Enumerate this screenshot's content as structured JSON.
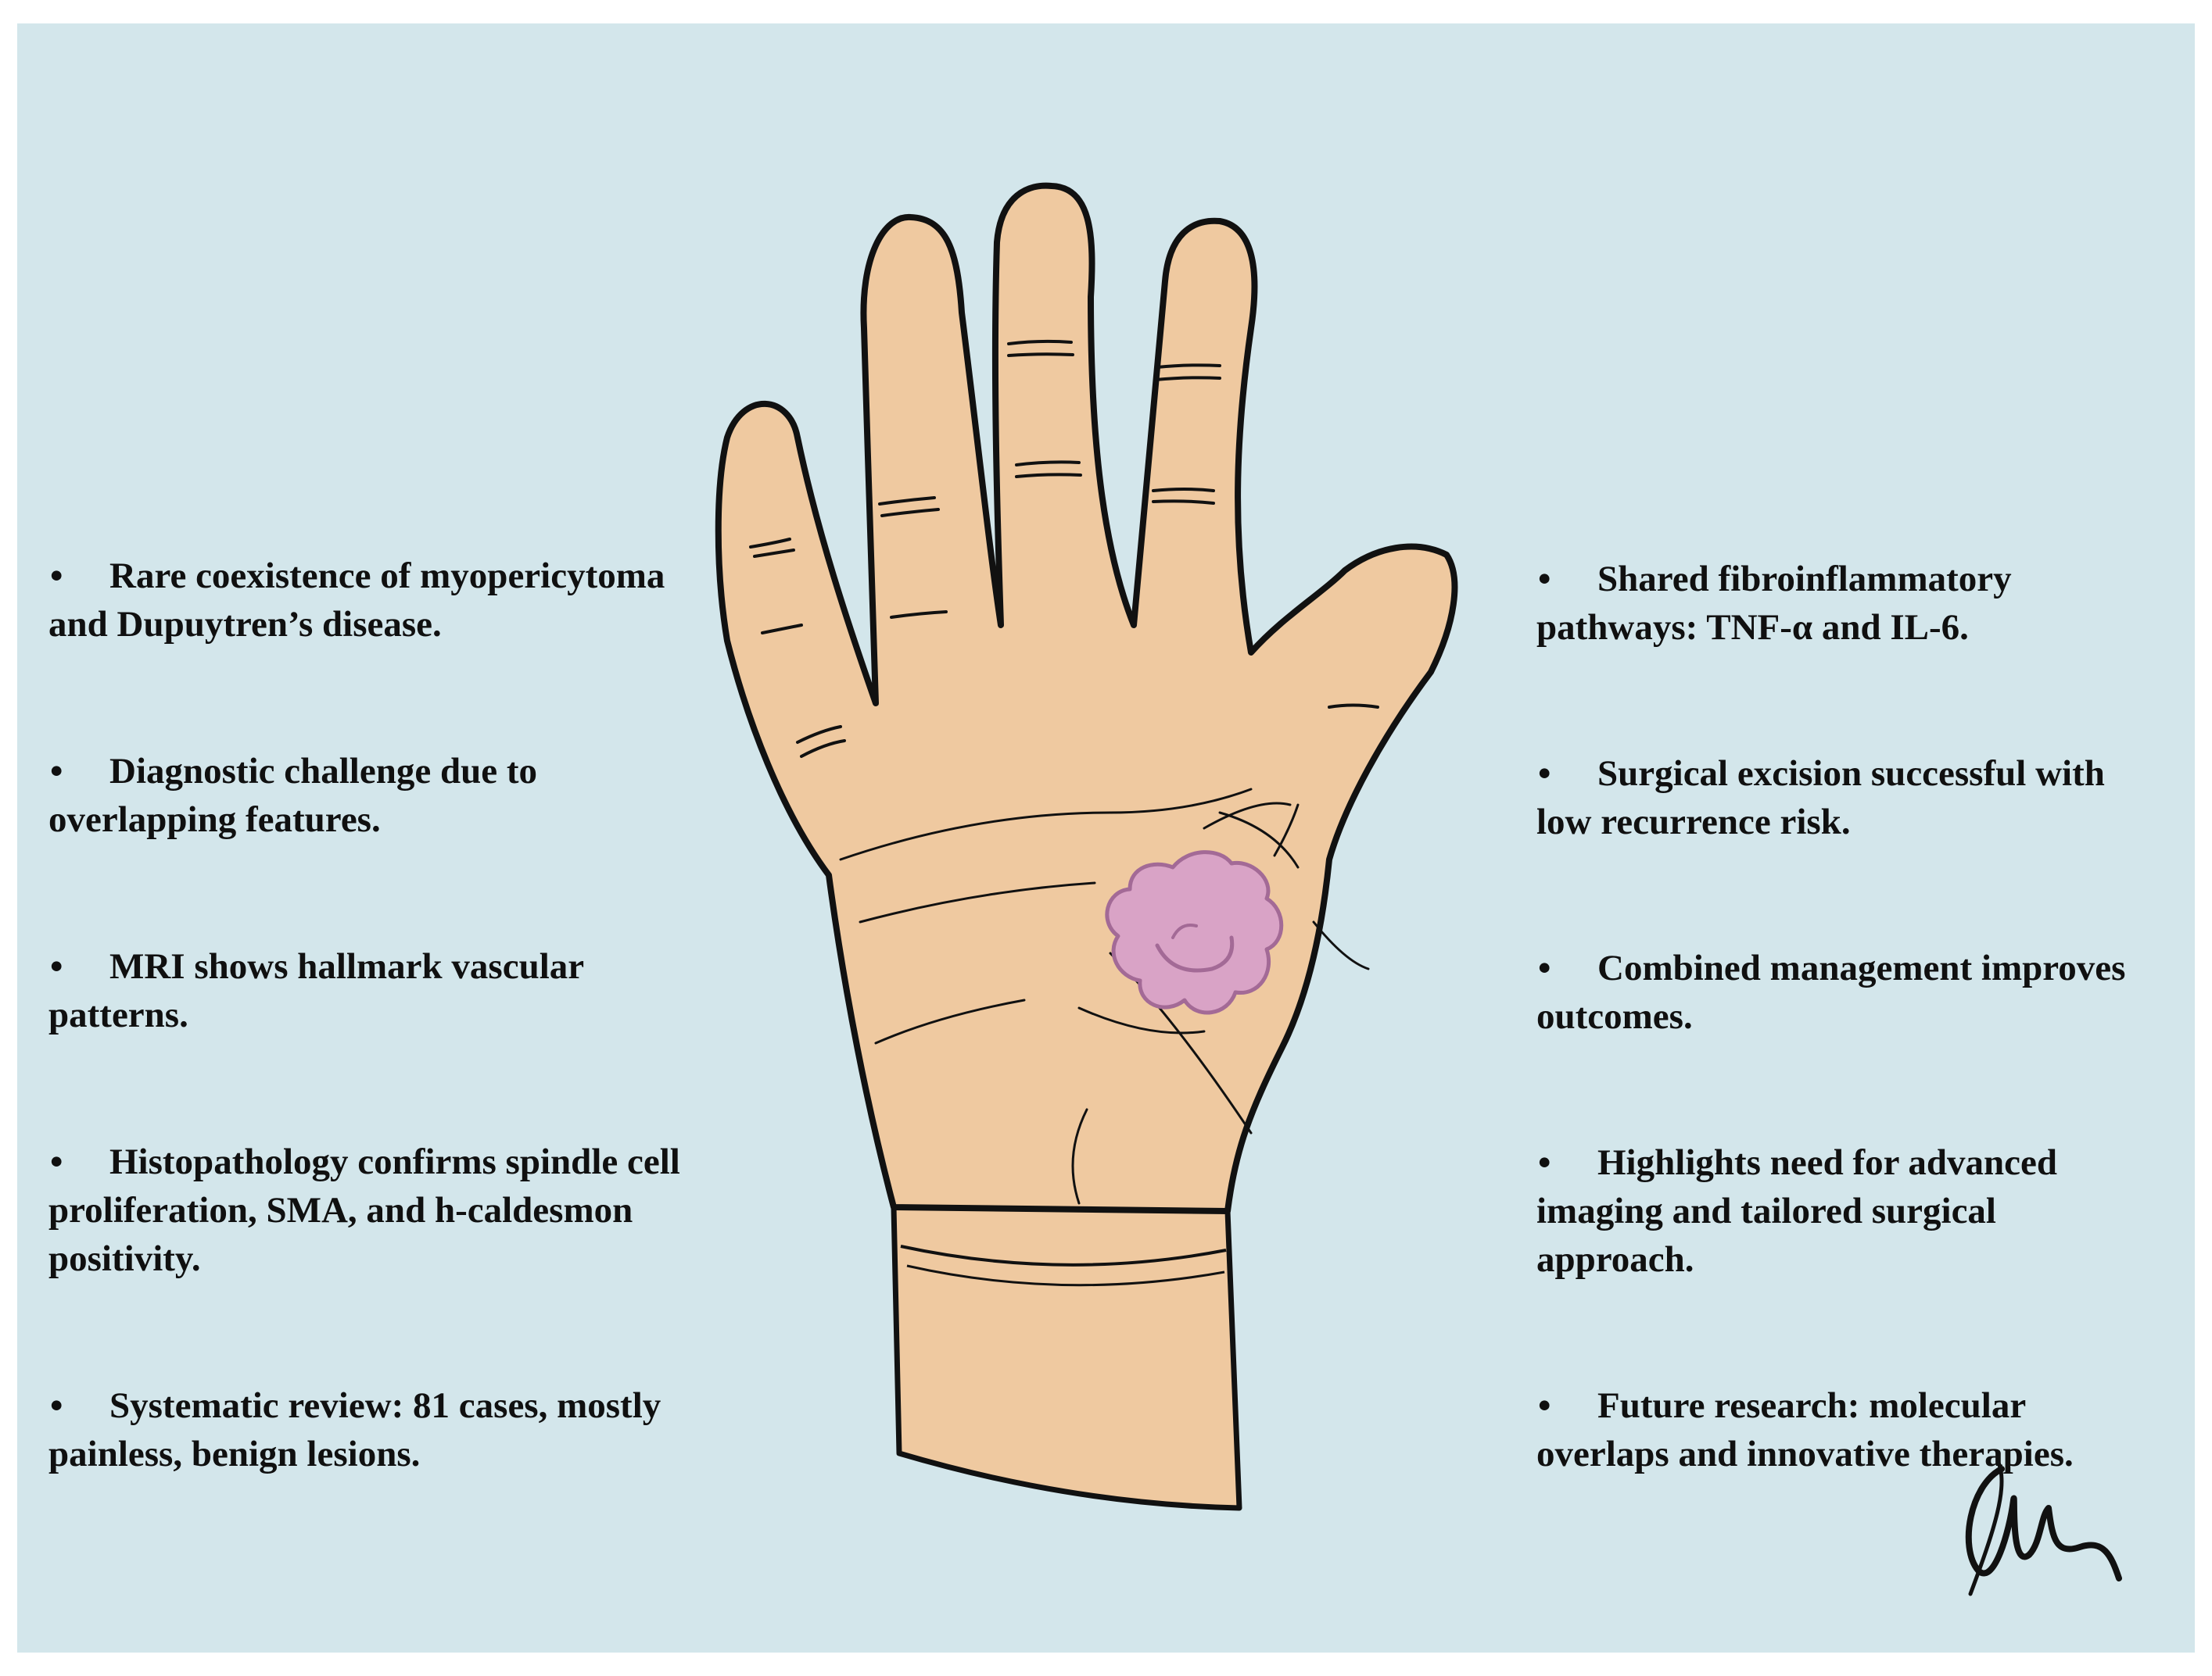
{
  "left_bullets": [
    "Rare coexistence of myopericytoma and Dupuytren’s disease.",
    "Diagnostic challenge due to overlapping features.",
    "MRI shows hallmark vascular patterns.",
    "Histopathology confirms spindle cell proliferation, SMA, and h-caldesmon positivity.",
    "Systematic review: 81 cases, mostly painless, benign lesions."
  ],
  "right_bullets": [
    "Shared fibroinflammatory pathways: TNF-α and IL-6.",
    "Surgical excision successful with low recurrence risk.",
    "Combined management improves outcomes.",
    "Highlights need for advanced imaging and tailored surgical approach.",
    "Future research: molecular overlaps and innovative therapies."
  ],
  "bullet_symbol": "•",
  "colors": {
    "background": "#d3e6eb",
    "skin": "#efc9a0",
    "outline": "#111111",
    "lesion": "#d9a3c6",
    "lesion_outline": "#a36a96",
    "text": "#101010"
  },
  "icons": {
    "illustration": "open-palm-hand-with-lesion",
    "signature": "artist-signature"
  }
}
